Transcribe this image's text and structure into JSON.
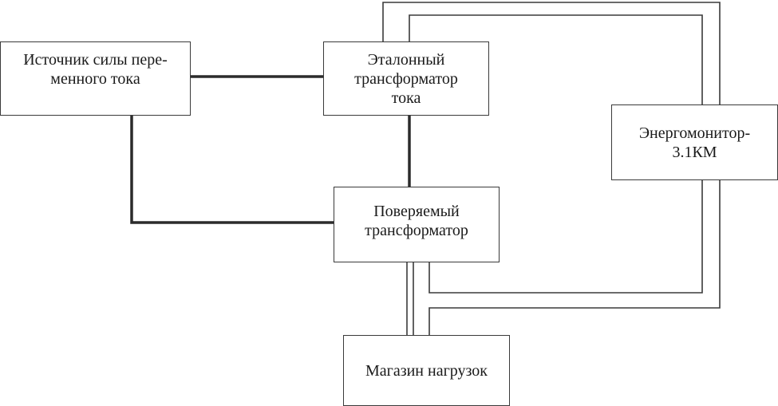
{
  "diagram": {
    "boxes": {
      "source": [
        "Источник силы пере-",
        "менного тока"
      ],
      "etalon": [
        "Эталонный",
        "трансформатор",
        "тока"
      ],
      "energy": [
        "Энергомонитор-",
        "3.1КМ"
      ],
      "tested": [
        "Поверяемый",
        "трансформатор"
      ],
      "load": [
        "Магазин нагрузок"
      ]
    },
    "colors": {
      "line": "#3a3a3a",
      "thick_line": "#2b2b2b",
      "background": "#ffffff"
    }
  }
}
